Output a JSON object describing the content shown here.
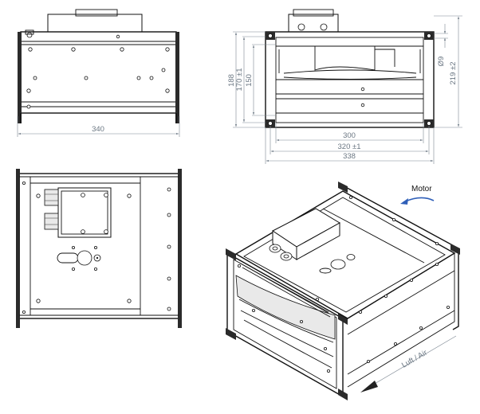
{
  "dimensions": {
    "side_width": "340",
    "front_width_inner": "300",
    "front_width_flange": "320 ±1",
    "front_width_outer": "338",
    "height_188": "188",
    "height_170": "170 ±1",
    "height_150": "150",
    "height_219": "219 ±2",
    "hole_diameter": "Ø9"
  },
  "annotations": {
    "motor": "Motor",
    "airflow": "Luft / Air"
  },
  "colors": {
    "line": "#111111",
    "dimension": "#7c8792",
    "motor_arrow": "#2f5fb8"
  }
}
